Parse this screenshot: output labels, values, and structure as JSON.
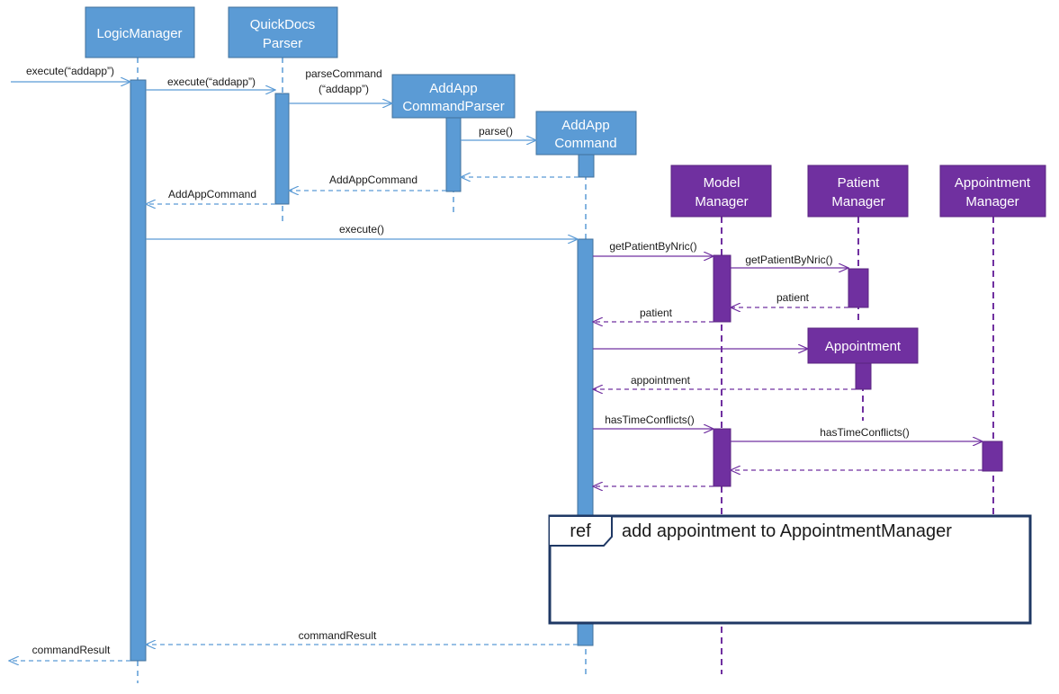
{
  "colors": {
    "blue_box": "#5b9bd5",
    "blue_line": "#5b9bd5",
    "purple_box": "#7030a0",
    "purple_line": "#7030a0",
    "ref_border": "#1f3864"
  },
  "participants": {
    "logic_manager": {
      "lines": [
        "LogicManager"
      ]
    },
    "quickdocs_parser": {
      "lines": [
        "QuickDocs",
        "Parser"
      ]
    },
    "addapp_command_parser": {
      "lines": [
        "AddApp",
        "CommandParser"
      ]
    },
    "addapp_command": {
      "lines": [
        "AddApp",
        "Command"
      ]
    },
    "model_manager": {
      "lines": [
        "Model",
        "Manager"
      ]
    },
    "patient_manager": {
      "lines": [
        "Patient",
        "Manager"
      ]
    },
    "appointment_manager": {
      "lines": [
        "Appointment",
        "Manager"
      ]
    },
    "appointment": {
      "lines": [
        "Appointment"
      ]
    }
  },
  "messages": {
    "m1": [
      "execute(“addapp”)"
    ],
    "m2": [
      "execute(“addapp”)"
    ],
    "m3": [
      "parseCommand",
      "(“addapp”)"
    ],
    "m4": [
      "parse()"
    ],
    "m5": [
      "AddAppCommand"
    ],
    "m6": [
      "AddAppCommand"
    ],
    "m7": [
      "execute()"
    ],
    "m8": [
      "getPatientByNric()"
    ],
    "m9": [
      "getPatientByNric()"
    ],
    "m10": [
      "patient"
    ],
    "m11": [
      "patient"
    ],
    "m12": [
      ""
    ],
    "m13": [
      "appointment"
    ],
    "m14": [
      "hasTimeConflicts()"
    ],
    "m15": [
      "hasTimeConflicts()"
    ],
    "m16": [
      ""
    ],
    "m17": [
      ""
    ],
    "m18": [
      "commandResult"
    ],
    "m19": [
      "commandResult"
    ]
  },
  "ref_frame": {
    "tag": "ref",
    "title": "add appointment to AppointmentManager"
  }
}
